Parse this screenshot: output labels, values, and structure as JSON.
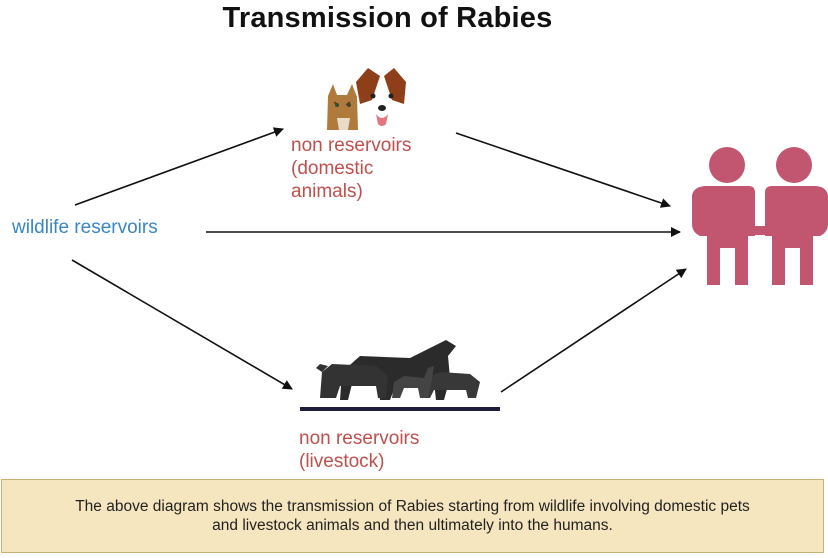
{
  "title": "Transmission of Rabies",
  "nodes": {
    "wildlife": "wildlife reservoirs",
    "domestic_line1": "non reservoirs",
    "domestic_line2": "(domestic",
    "domestic_line3": "animals)",
    "livestock_line1": "non reservoirs",
    "livestock_line2": "(livestock)"
  },
  "caption": "The above diagram shows the transmission of Rabies starting from wildlife involving domestic pets and livestock animals and then ultimately into the humans.",
  "icons": {
    "pets": "cat-and-dog-photo",
    "livestock": "livestock-silhouettes",
    "humans": "two-people-icon"
  },
  "colors": {
    "wildlife_label": "#3a86c4",
    "non_reservoir_label": "#c0504d",
    "humans_icon": "#c2556f",
    "caption_background": "#f6e6bf"
  }
}
